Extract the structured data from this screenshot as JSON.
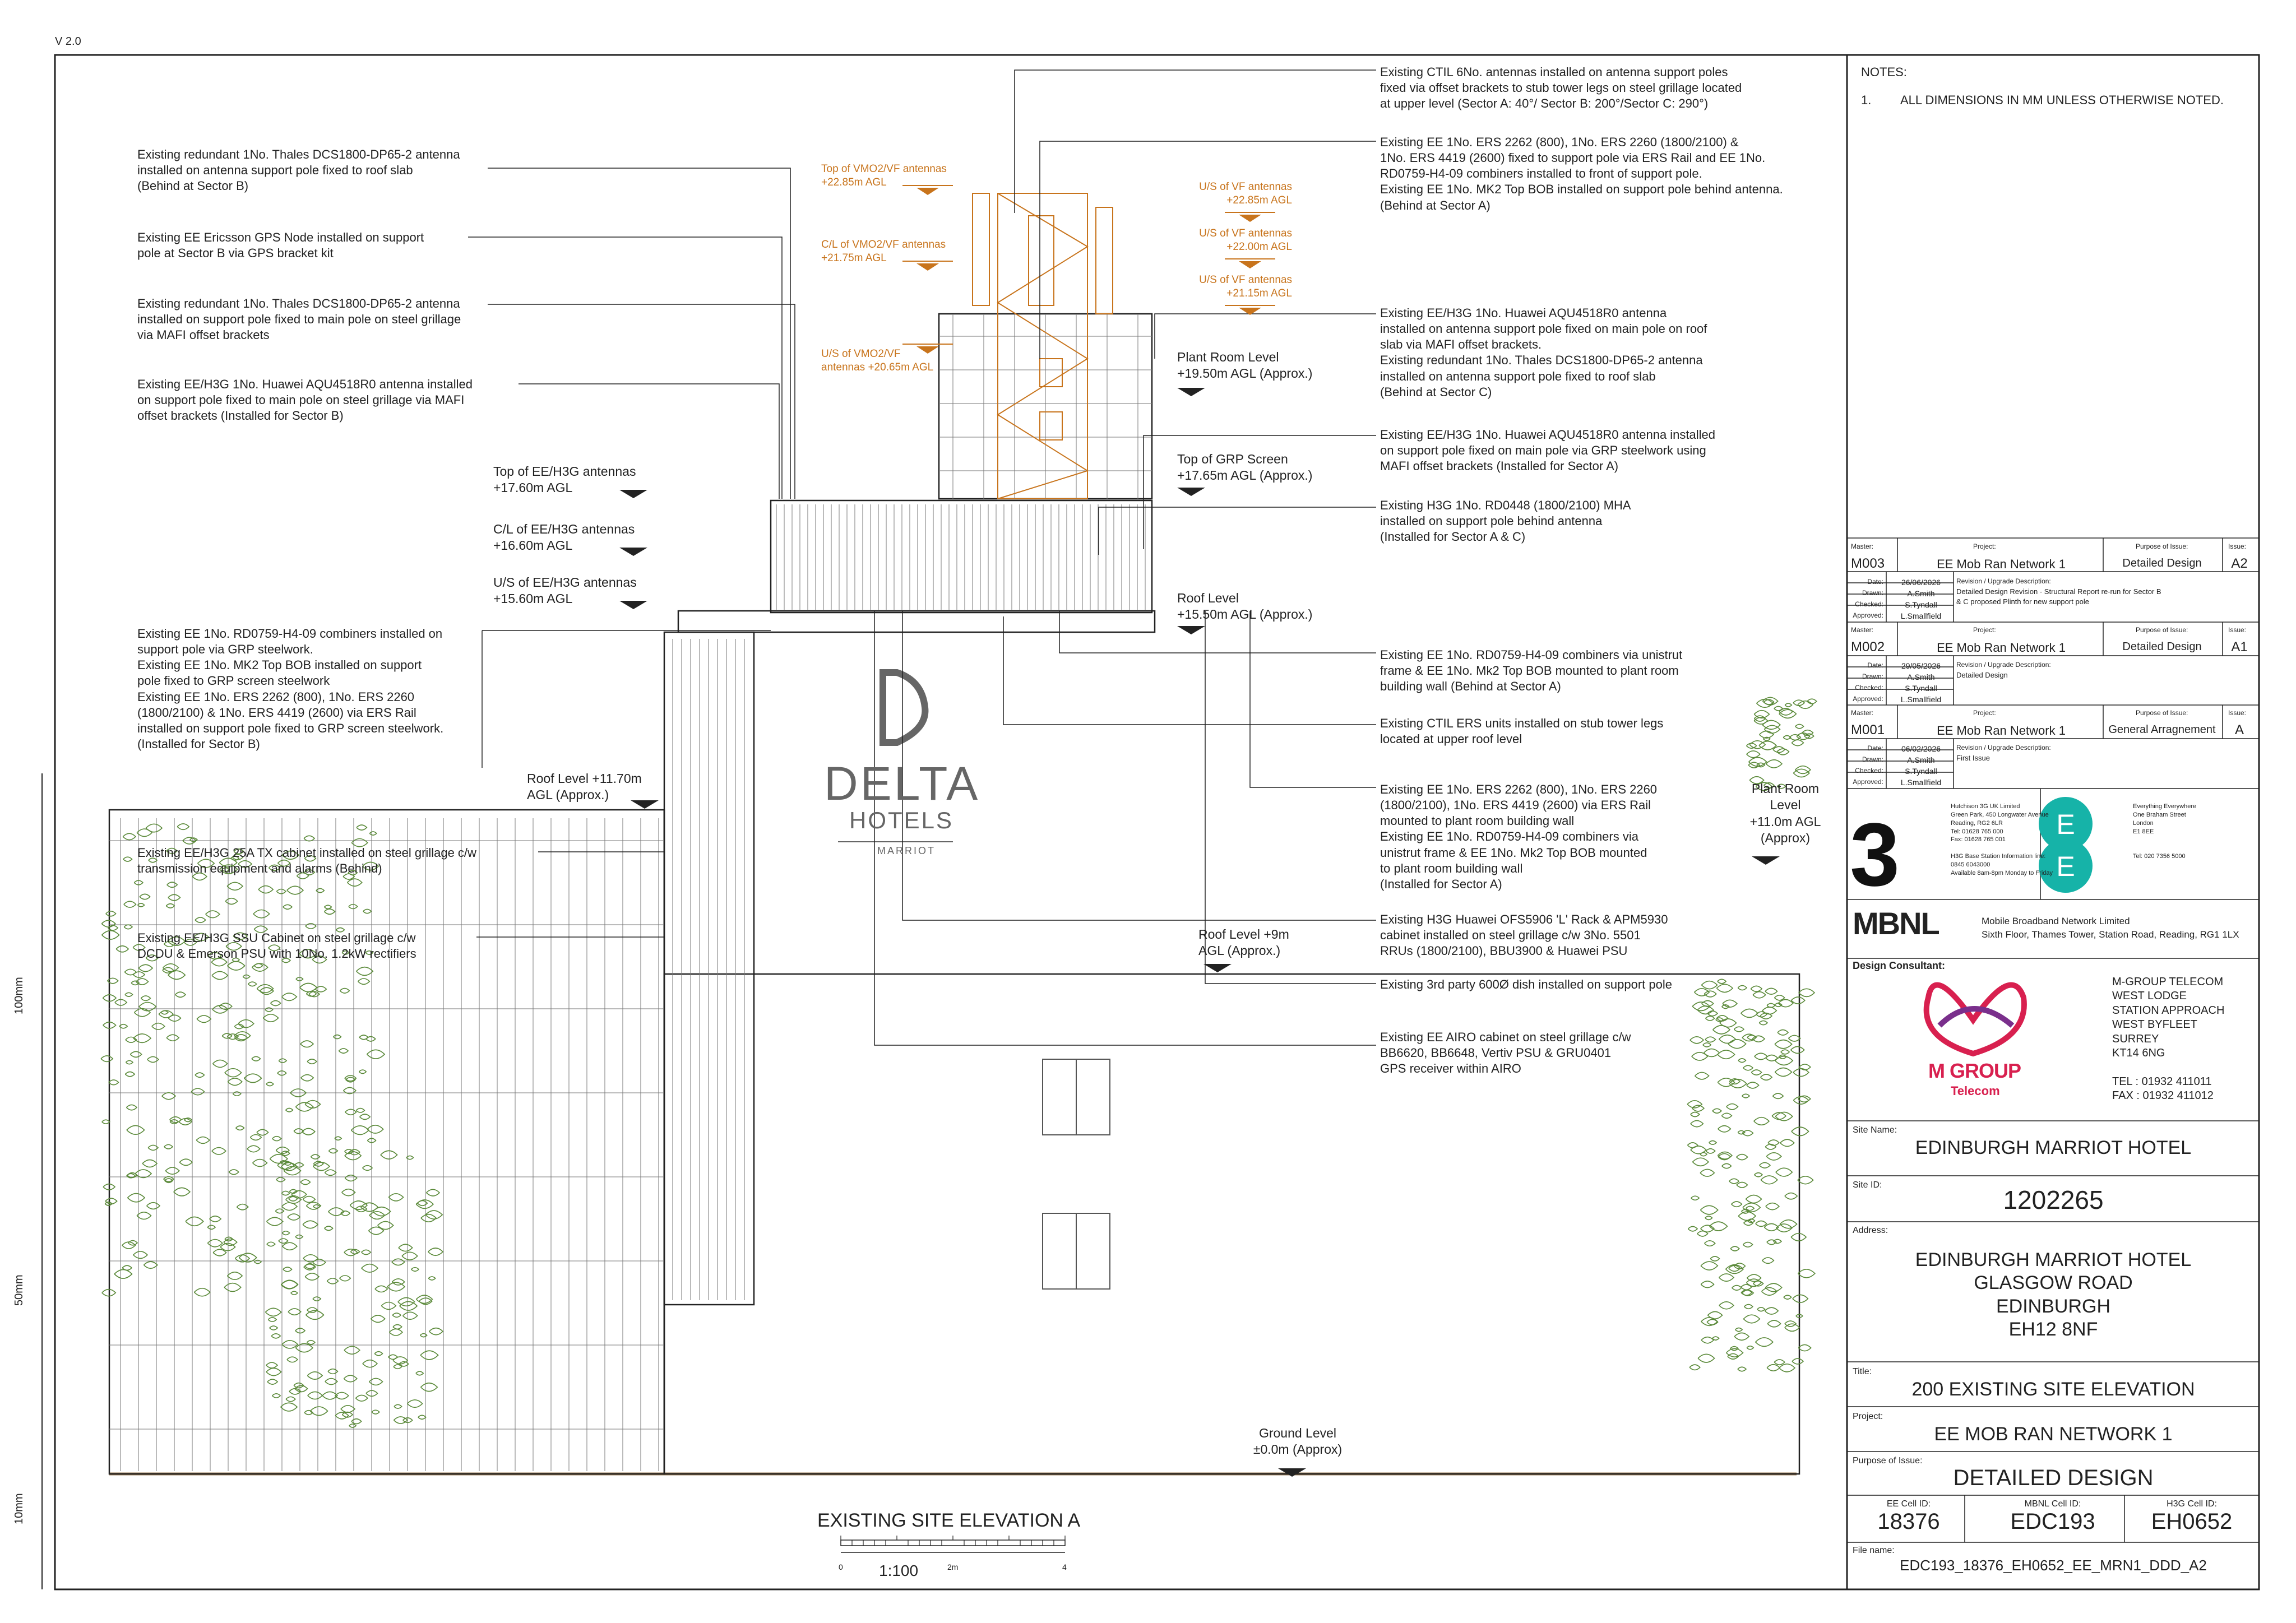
{
  "version": "V 2.0",
  "notes": {
    "heading": "NOTES:",
    "items": [
      {
        "num": "1.",
        "text": "ALL DIMENSIONS IN MM UNLESS OTHERWISE NOTED."
      }
    ]
  },
  "left_annotations": [
    "Existing redundant 1No. Thales DCS1800-DP65-2 antenna\ninstalled on antenna support pole fixed to roof slab\n(Behind at Sector B)",
    "Existing EE Ericsson GPS Node installed on support\npole at Sector B via GPS bracket kit",
    "Existing redundant 1No. Thales DCS1800-DP65-2 antenna\ninstalled on support pole fixed to main pole on steel grillage\nvia MAFI offset brackets",
    "Existing EE/H3G 1No. Huawei AQU4518R0 antenna installed\non support pole fixed to main pole on steel grillage via MAFI\noffset brackets (Installed for Sector B)",
    "Existing EE 1No. RD0759-H4-09 combiners installed on\nsupport pole via GRP steelwork.\nExisting EE 1No. MK2 Top BOB installed on support\npole fixed to GRP screen steelwork\nExisting EE 1No. ERS 2262 (800), 1No. ERS 2260\n(1800/2100) & 1No. ERS 4419 (2600) via ERS Rail\ninstalled on support pole fixed to GRP screen steelwork.\n(Installed for Sector B)",
    "Existing EE/H3G 25A TX cabinet installed on steel grillage c/w\ntransmission equipment and alarms (Behind)",
    "Existing EE/H3G SSU Cabinet on steel grillage c/w\nDCDU & Emerson PSU with 10No. 1.2kW rectifiers"
  ],
  "right_annotations": [
    "Existing CTIL 6No. antennas installed on antenna support poles\nfixed via offset brackets to stub tower legs on steel grillage located\nat upper level (Sector A: 40°/ Sector B: 200°/Sector C: 290°)",
    "Existing EE 1No. ERS 2262 (800), 1No. ERS 2260 (1800/2100) &\n1No. ERS 4419 (2600) fixed to support pole via ERS Rail and EE 1No.\nRD0759-H4-09 combiners installed to front of support pole.\nExisting EE 1No. MK2 Top BOB installed on support pole behind antenna.\n(Behind at Sector A)",
    "Existing EE/H3G 1No. Huawei AQU4518R0 antenna\ninstalled on antenna support pole fixed on main pole on roof\nslab via MAFI offset brackets.\nExisting redundant 1No. Thales DCS1800-DP65-2 antenna\ninstalled on antenna support pole fixed to roof slab\n(Behind at Sector C)",
    "Existing EE/H3G 1No. Huawei AQU4518R0 antenna installed\non support pole fixed on main pole via GRP steelwork using\nMAFI offset brackets (Installed for Sector A)",
    "Existing H3G 1No. RD0448 (1800/2100) MHA\ninstalled on support pole behind antenna\n(Installed for Sector A & C)",
    "Existing EE 1No. RD0759-H4-09 combiners via unistrut\nframe & EE 1No. Mk2 Top BOB mounted to plant room\nbuilding wall (Behind at Sector A)",
    "Existing CTIL ERS units installed on stub tower legs\nlocated at upper roof level",
    "Existing EE 1No. ERS 2262 (800), 1No. ERS 2260\n(1800/2100), 1No. ERS 4419 (2600) via ERS Rail\nmounted to plant room building wall\nExisting EE 1No. RD0759-H4-09 combiners via\nunistrut frame & EE 1No. Mk2 Top BOB mounted\nto plant room building wall\n(Installed for Sector A)",
    "Existing H3G Huawei OFS5906 'L' Rack & APM5930\ncabinet installed on steel grillage c/w 3No. 5501\nRRUs (1800/2100), BBU3900 & Huawei PSU",
    "Existing 3rd party 600Ø dish installed on support pole",
    "Existing EE AIRO cabinet on steel grillage c/w\nBB6620, BB6648, Vertiv PSU & GRU0401\nGPS receiver within AIRO"
  ],
  "levels": [
    "Top of EE/H3G antennas\n+17.60m AGL",
    "C/L of EE/H3G antennas\n+16.60m AGL",
    "U/S of EE/H3G antennas\n+15.60m AGL",
    "Roof Level +11.70m\nAGL (Approx.)",
    "Plant Room Level\n+19.50m AGL (Approx.)",
    "Top of GRP Screen\n+17.65m AGL (Approx.)",
    "Roof Level\n+15.50m AGL (Approx.)",
    "Roof Level +9m\nAGL (Approx.)",
    "Plant Room\nLevel\n+11.0m AGL\n(Approx)",
    "Ground Level\n±0.0m (Approx)"
  ],
  "orange_levels": [
    "Top of VMO2/VF antennas\n+22.85m AGL",
    "C/L of VMO2/VF antennas\n+21.75m AGL",
    "U/S of VMO2/VF\nantennas +20.65m AGL",
    "U/S of VF antennas\n+22.85m AGL",
    "U/S of VF antennas\n+22.00m AGL",
    "U/S of VF antennas\n+21.15m AGL"
  ],
  "logo": {
    "word1": "DELTA",
    "word2": "HOTELS",
    "word3": "MARRIOT",
    "mark": "D"
  },
  "drawing_title": "EXISTING SITE ELEVATION A",
  "scale": {
    "label": "1:100",
    "ticks": [
      "0",
      "2m",
      "4"
    ]
  },
  "side_marks": [
    "100mm",
    "50mm",
    "10mm"
  ],
  "revisions": [
    {
      "master": "M003",
      "project": "EE Mob Ran Network 1",
      "purpose": "Detailed Design",
      "issue": "A2",
      "date": "26/06/2026",
      "drawn": "A.Smith",
      "checked": "S.Tyndall",
      "approved": "L.Smallfield",
      "desc": "Detailed Design Revision -  Structural Report re-run for Sector B\n& C proposed Plinth for new support pole"
    },
    {
      "master": "M002",
      "project": "EE Mob Ran Network 1",
      "purpose": "Detailed Design",
      "issue": "A1",
      "date": "29/05/2026",
      "drawn": "A.Smith",
      "checked": "S.Tyndall",
      "approved": "L.Smallfield",
      "desc": "Detailed Design"
    },
    {
      "master": "M001",
      "project": "EE Mob Ran Network 1",
      "purpose": "General Arragnement",
      "issue": "A",
      "date": "06/02/2026",
      "drawn": "A.Smith",
      "checked": "S.Tyndall",
      "approved": "L.Smallfield",
      "desc": "First Issue"
    }
  ],
  "rev_labels": {
    "master": "Master:",
    "project": "Project:",
    "purpose": "Purpose of Issue:",
    "issue": "Issue:",
    "date": "Date:",
    "drawn": "Drawn:",
    "checked": "Checked:",
    "approved": "Approved:",
    "desc": "Revision / Upgrade Description:"
  },
  "three": {
    "glyph": "3",
    "text": "Hutchison 3G UK Limited\nGreen Park, 450 Longwater Avenue\nReading, RG2 6LR\nTel: 01628 765 000\nFax: 01628 765 001\n\nH3G Base Station Information line:\n0845 6043000\nAvailable 8am-8pm Monday to Friday"
  },
  "ee": {
    "glyph": "EE",
    "text": "Everything Everywhere\nOne Braham Street\nLondon\nE1 8EE\n\n\nTel: 020 7356 5000"
  },
  "mbnl": {
    "logo": "MBNL",
    "line1": "Mobile Broadband Network Limited",
    "line2": "Sixth Floor, Thames Tower,  Station Road, Reading, RG1 1LX"
  },
  "consultant": {
    "heading": "Design Consultant:",
    "brand": "M GROUP",
    "brand2": "Telecom",
    "address": "M-GROUP TELECOM\nWEST LODGE\nSTATION APPROACH\nWEST BYFLEET\nSURREY\nKT14 6NG\n\nTEL : 01932 411011\nFAX : 01932 411012"
  },
  "site_name_label": "Site Name:",
  "site_name": "EDINBURGH MARRIOT HOTEL",
  "site_id_label": "Site ID:",
  "site_id": "1202265",
  "address_label": "Address:",
  "address": "EDINBURGH MARRIOT HOTEL\nGLASGOW ROAD\nEDINBURGH\nEH12 8NF",
  "title_label": "Title:",
  "title": "200 EXISTING SITE ELEVATION",
  "project_label": "Project:",
  "project": "EE MOB RAN NETWORK 1",
  "purpose_label": "Purpose of Issue:",
  "purpose": "DETAILED DESIGN",
  "cells": [
    {
      "label": "EE Cell ID:",
      "value": "18376"
    },
    {
      "label": "MBNL Cell ID:",
      "value": "EDC193"
    },
    {
      "label": "H3G Cell ID:",
      "value": "EH0652"
    }
  ],
  "file_label": "File name:",
  "file_name": "EDC193_18376_EH0652_EE_MRN1_DDD_A2",
  "colors": {
    "line": "#222222",
    "orange": "#c8741c",
    "tree": "#5b8a3a",
    "grid": "#777777",
    "ground": "#9b7b53",
    "mgroup_red": "#d8204f",
    "ee_teal": "#16b3a8"
  }
}
